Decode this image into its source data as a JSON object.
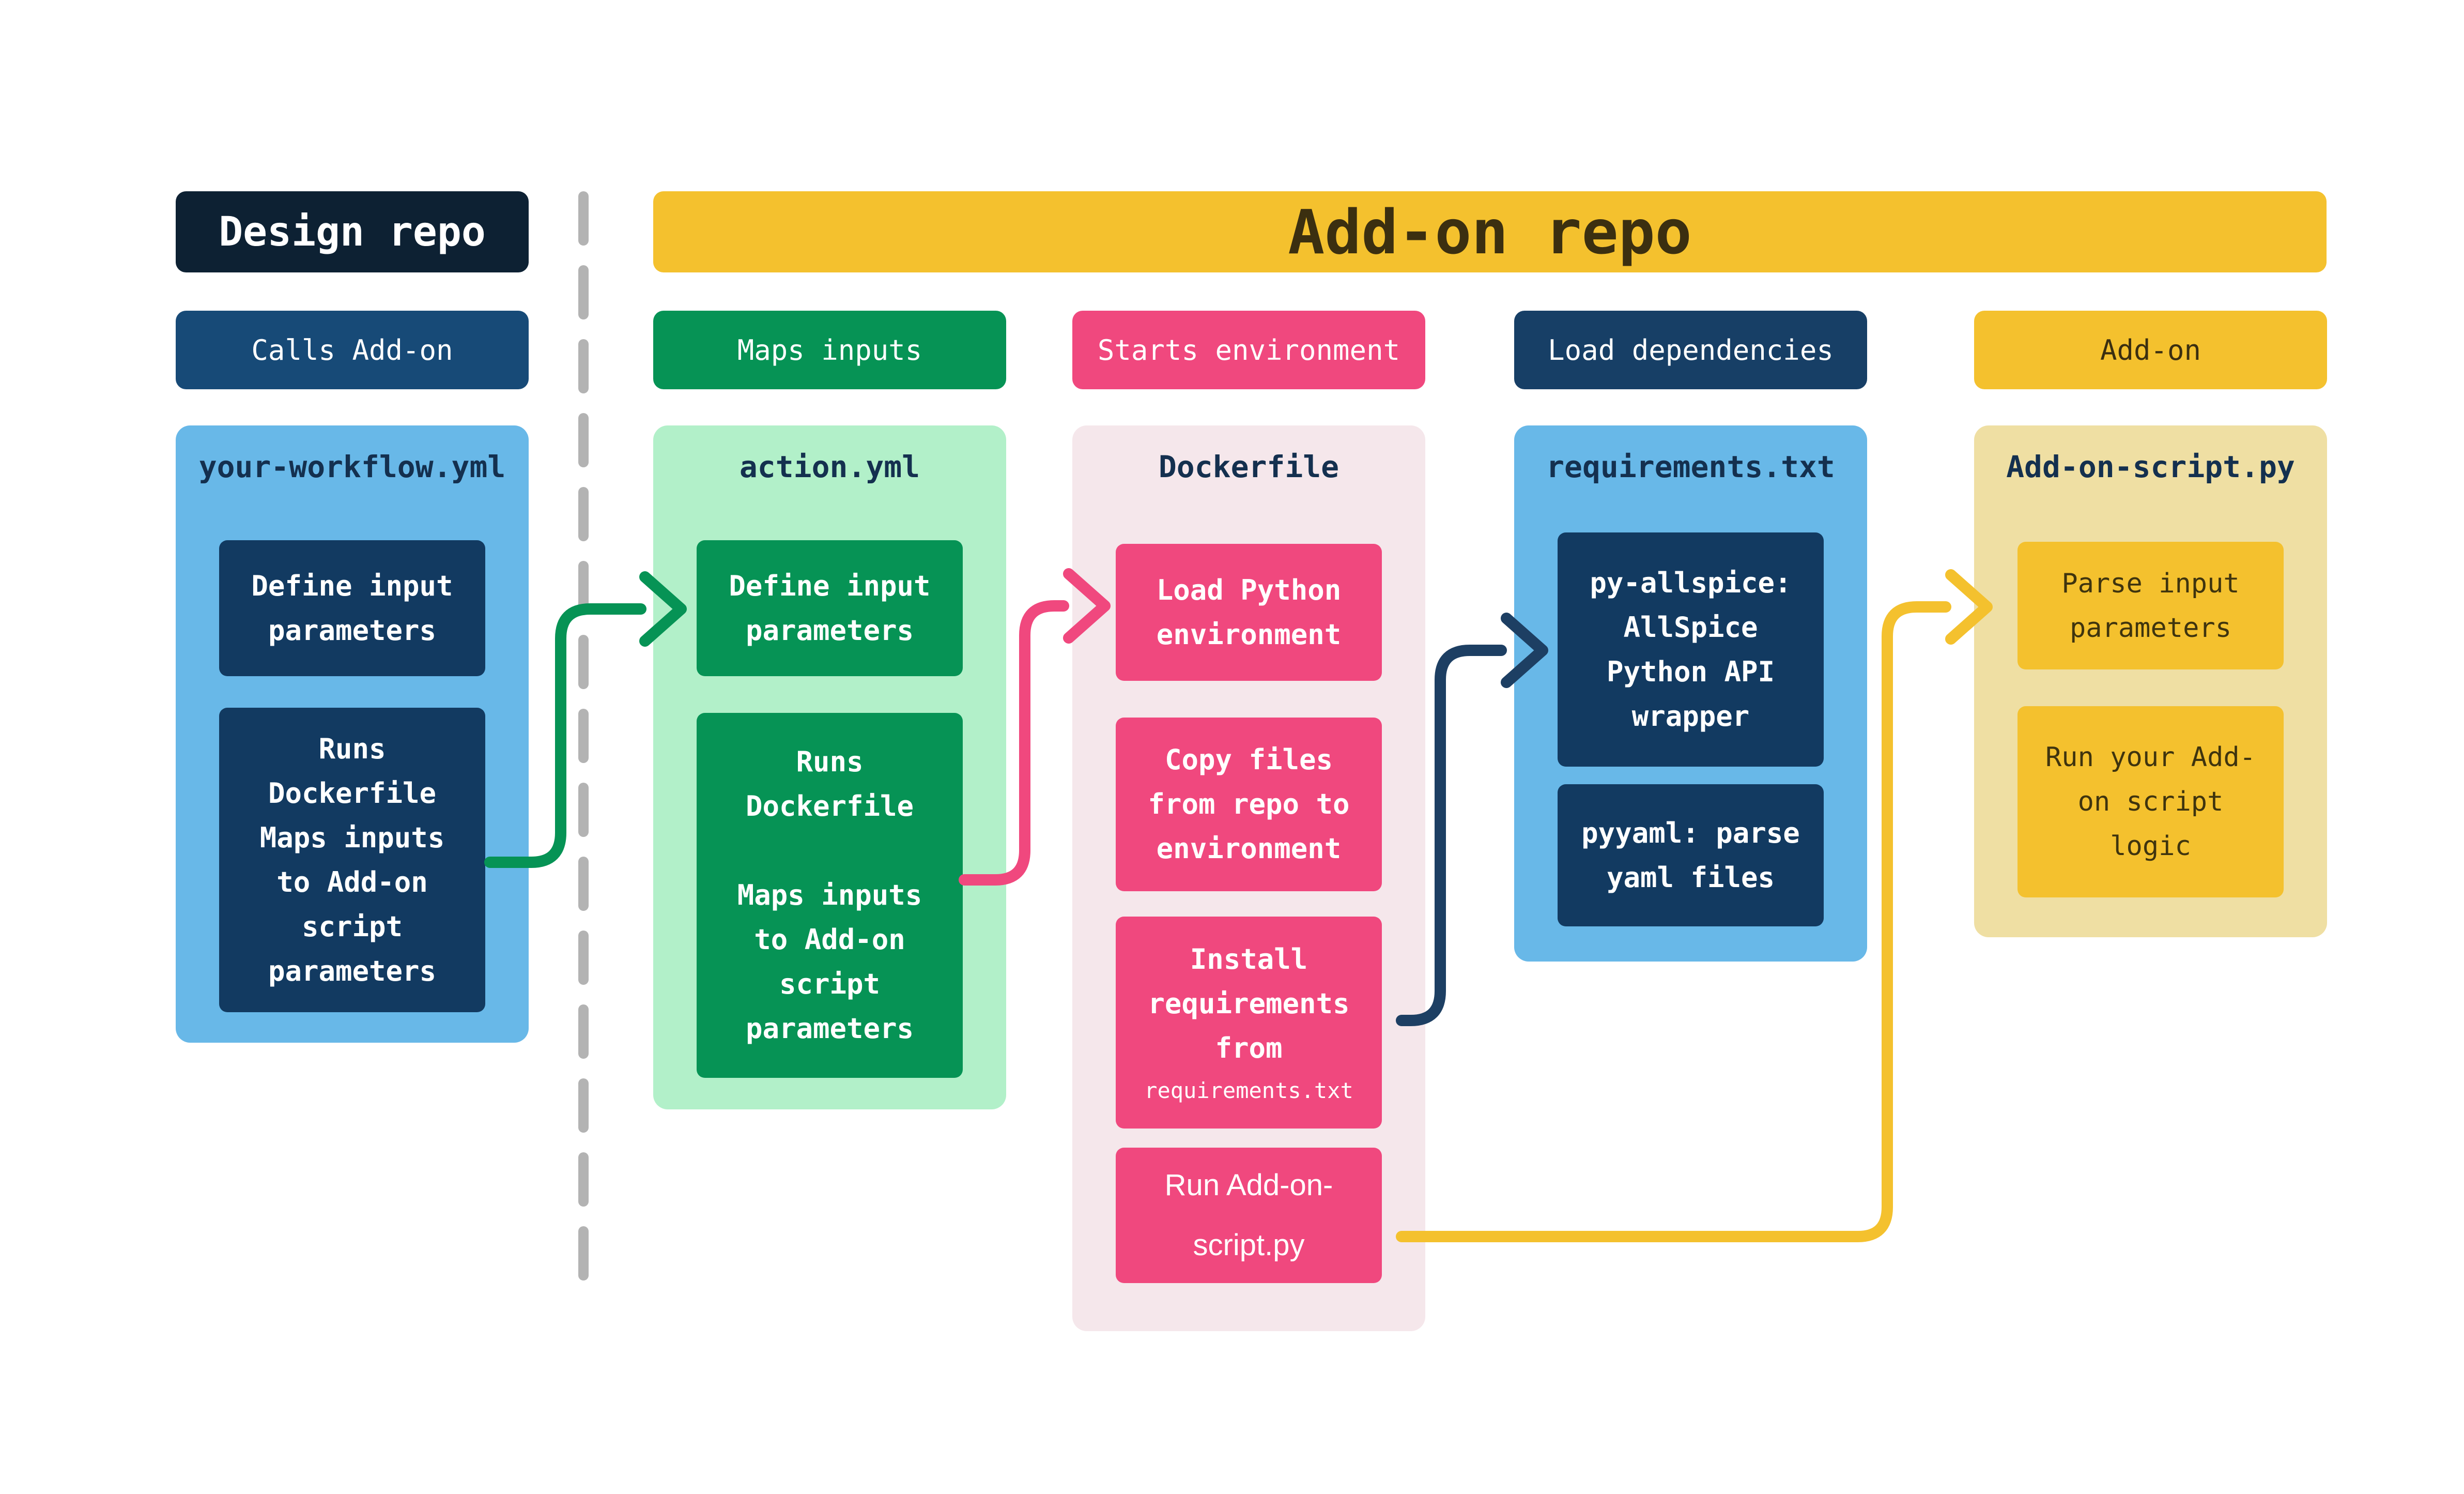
{
  "design_repo": {
    "title": "Design repo",
    "step_label": "Calls Add-on",
    "filename": "your-workflow.yml",
    "box1": "Define input\nparameters",
    "box2": "Runs\nDockerfile\nMaps inputs\nto Add-on\nscript\nparameters"
  },
  "addon_repo": {
    "title": "Add-on repo",
    "action": {
      "step_label": "Maps inputs",
      "filename": "action.yml",
      "box1": "Define input\nparameters",
      "box2": "Runs\nDockerfile\n\nMaps inputs\nto Add-on\nscript\nparameters"
    },
    "dockerfile": {
      "step_label": "Starts environment",
      "filename": "Dockerfile",
      "box1": "Load Python\nenvironment",
      "box2": "Copy files\nfrom repo to\nenvironment",
      "box3_main": "Install\nrequirements\nfrom",
      "box3_small": "requirements.txt",
      "box4": "Run Add-on-\nscript.py"
    },
    "requirements": {
      "step_label": "Load dependencies",
      "filename": "requirements.txt",
      "box1": "py-allspice:\nAllSpice\nPython API\nwrapper",
      "box2": "pyyaml: parse\nyaml files"
    },
    "script": {
      "step_label": "Add-on",
      "filename": "Add-on-script.py",
      "box1": "Parse input\nparameters",
      "box2": "Run your Add-\non script\nlogic"
    }
  },
  "flow": [
    {
      "from": "your-workflow.yml",
      "to": "action.yml",
      "color": "#069355"
    },
    {
      "from": "action.yml",
      "to": "Dockerfile",
      "color": "#f0487e"
    },
    {
      "from": "Dockerfile",
      "to": "requirements.txt",
      "color": "#1d3f63"
    },
    {
      "from": "Dockerfile",
      "to": "Add-on-script.py",
      "color": "#f4c12e"
    }
  ],
  "colors": {
    "navy_darkest": "#0d2133",
    "navy_mid": "#174a77",
    "navy_deep": "#173f66",
    "navy_box": "#123a61",
    "green": "#069355",
    "green_light": "#b2f0c9",
    "pink": "#f0487e",
    "pink_light": "#f5e7eb",
    "yellow": "#f4c12e",
    "yellow_light": "#efdfa3",
    "blue_light": "#68b8e8",
    "separator_gray": "#b3b3b3"
  }
}
